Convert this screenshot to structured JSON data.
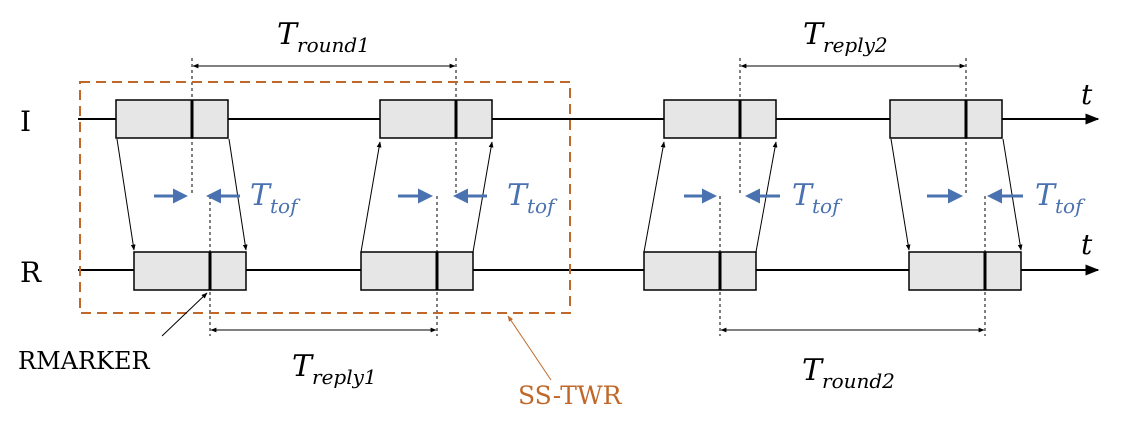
{
  "lines": {
    "initiator": {
      "label": "I",
      "axis_label": "t"
    },
    "responder": {
      "label": "R",
      "axis_label": "t"
    }
  },
  "intervals": {
    "round1": {
      "T": "T",
      "sub": "round1"
    },
    "reply1": {
      "T": "T",
      "sub": "reply1"
    },
    "reply2": {
      "T": "T",
      "sub": "reply2"
    },
    "round2": {
      "T": "T",
      "sub": "round2"
    }
  },
  "tof": {
    "T": "T",
    "sub": "tof"
  },
  "annotations": {
    "rmarker": "RMARKER",
    "sstwr": "SS-TWR"
  },
  "colors": {
    "line": "#000000",
    "box_fill": "#e6e6e6",
    "tof_blue": "#4a72b0",
    "sstwr_orange": "#c0682a"
  }
}
